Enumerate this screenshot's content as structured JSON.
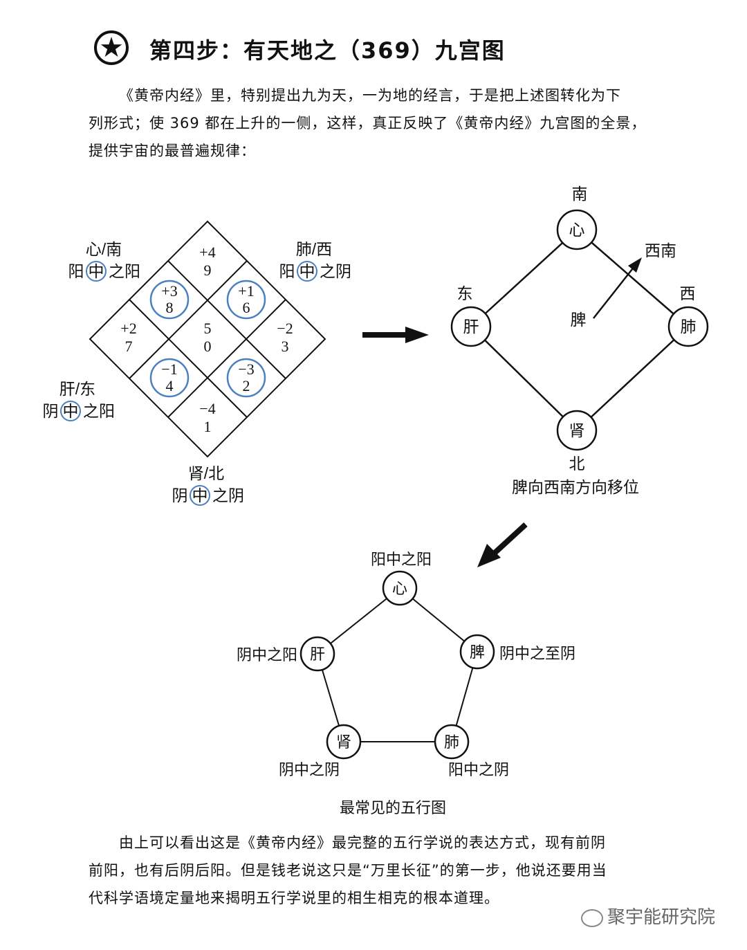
{
  "heading": {
    "star": "★",
    "title": "第四步：有天地之（369）九宫图"
  },
  "intro_lines": [
    "《黄帝内经》里，特别提出九为天，一为地的经言，于是把上述图转化为下",
    "列形式；使 369 都在上升的一侧，这样，真正反映了《黄帝内经》九宫图的全景，",
    "提供宇宙的最普遍规律："
  ],
  "grid": {
    "cells": [
      {
        "sign": "+4",
        "num": "9",
        "circled": false
      },
      {
        "sign": "+3",
        "num": "8",
        "circled": true
      },
      {
        "sign": "+1",
        "num": "6",
        "circled": true
      },
      {
        "sign": "+2",
        "num": "7",
        "circled": false
      },
      {
        "sign": "5",
        "num": "0",
        "circled": false
      },
      {
        "sign": "−2",
        "num": "3",
        "circled": false
      },
      {
        "sign": "−1",
        "num": "4",
        "circled": true
      },
      {
        "sign": "−3",
        "num": "2",
        "circled": true
      },
      {
        "sign": "−4",
        "num": "1",
        "circled": false
      }
    ],
    "labels": {
      "top_left_1": "心/南",
      "top_left_2a": "阳",
      "top_left_2b": "中",
      "top_left_2c": "之阳",
      "top_right_1": "肺/西",
      "top_right_2a": "阳",
      "top_right_2b": "中",
      "top_right_2c": "之阴",
      "left_1": "肝/东",
      "left_2a": "阴",
      "left_2b": "中",
      "left_2c": "之阳",
      "bottom_1": "肾/北",
      "bottom_2a": "阴",
      "bottom_2b": "中",
      "bottom_2c": "之阴"
    }
  },
  "diamond": {
    "south": "南",
    "north": "北",
    "east": "东",
    "west": "西",
    "southwest": "西南",
    "heart": "心",
    "liver": "肝",
    "lung": "肺",
    "kidney": "肾",
    "spleen": "脾",
    "caption": "脾向西南方向移位"
  },
  "pentagon": {
    "heart": "心",
    "liver": "肝",
    "spleen": "脾",
    "kidney": "肾",
    "lung": "肺",
    "heart_label": "阳中之阳",
    "liver_label": "阴中之阳",
    "spleen_label": "阴中之至阴",
    "kidney_label": "阴中之阴",
    "lung_label": "阳中之阴",
    "caption": "最常见的五行图"
  },
  "outro_lines": [
    "由上可以看出这是《黄帝内经》最完整的五行学说的表达方式，现有前阴",
    "前阳，也有后阴后阳。但是钱老说这只是“万里长征”的第一步，他说还要用当",
    "代科学语境定量地来揭明五行学说里的相生相克的根本道理。"
  ],
  "watermark": "聚宇能研究院",
  "colors": {
    "ring": "#4a7fc0",
    "ink": "#111111"
  }
}
